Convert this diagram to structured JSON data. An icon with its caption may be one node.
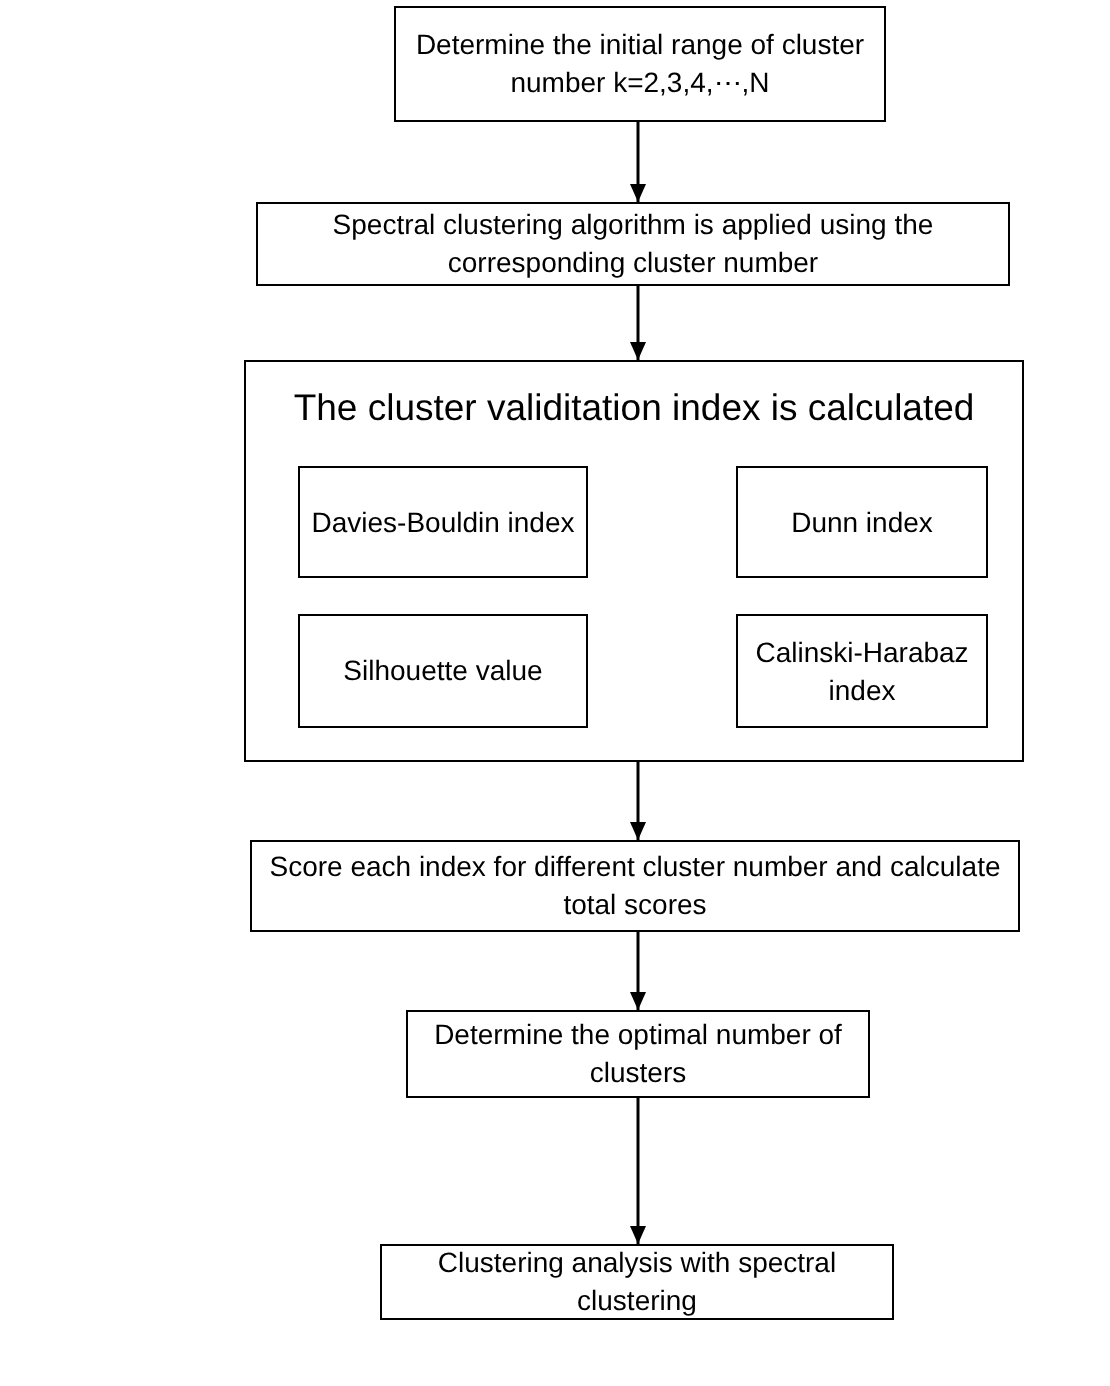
{
  "diagram": {
    "nodes": [
      {
        "text": [
          "Determine the initial range of cluster number k=2,3,4,⋯,N"
        ]
      },
      {
        "text": [
          "Spectral clustering algorithm is applied using the corresponding cluster number"
        ]
      },
      {
        "text": [
          "The cluster validitation index is calculated"
        ]
      },
      {
        "text": [
          "Davies-Bouldin index"
        ],
        "in": 2
      },
      {
        "text": [
          "Dunn index"
        ],
        "in": 2
      },
      {
        "text": [
          "Silhouette value"
        ],
        "in": 2
      },
      {
        "text": [
          "Calinski-Harabaz index"
        ],
        "in": 2
      },
      {
        "text": [
          "Score each index for different cluster number and calculate total scores"
        ]
      },
      {
        "text": [
          "Determine the optimal number of clusters"
        ]
      },
      {
        "text": [
          "Clustering analysis with spectral clustering"
        ]
      }
    ],
    "edges": [
      {
        "from": 0,
        "to": 1,
        "arrow": "to"
      },
      {
        "from": 1,
        "to": 2,
        "arrow": "to"
      },
      {
        "from": 2,
        "to": 7,
        "arrow": "to"
      },
      {
        "from": 7,
        "to": 8,
        "arrow": "to"
      },
      {
        "from": 8,
        "to": 9,
        "arrow": "to"
      }
    ]
  }
}
